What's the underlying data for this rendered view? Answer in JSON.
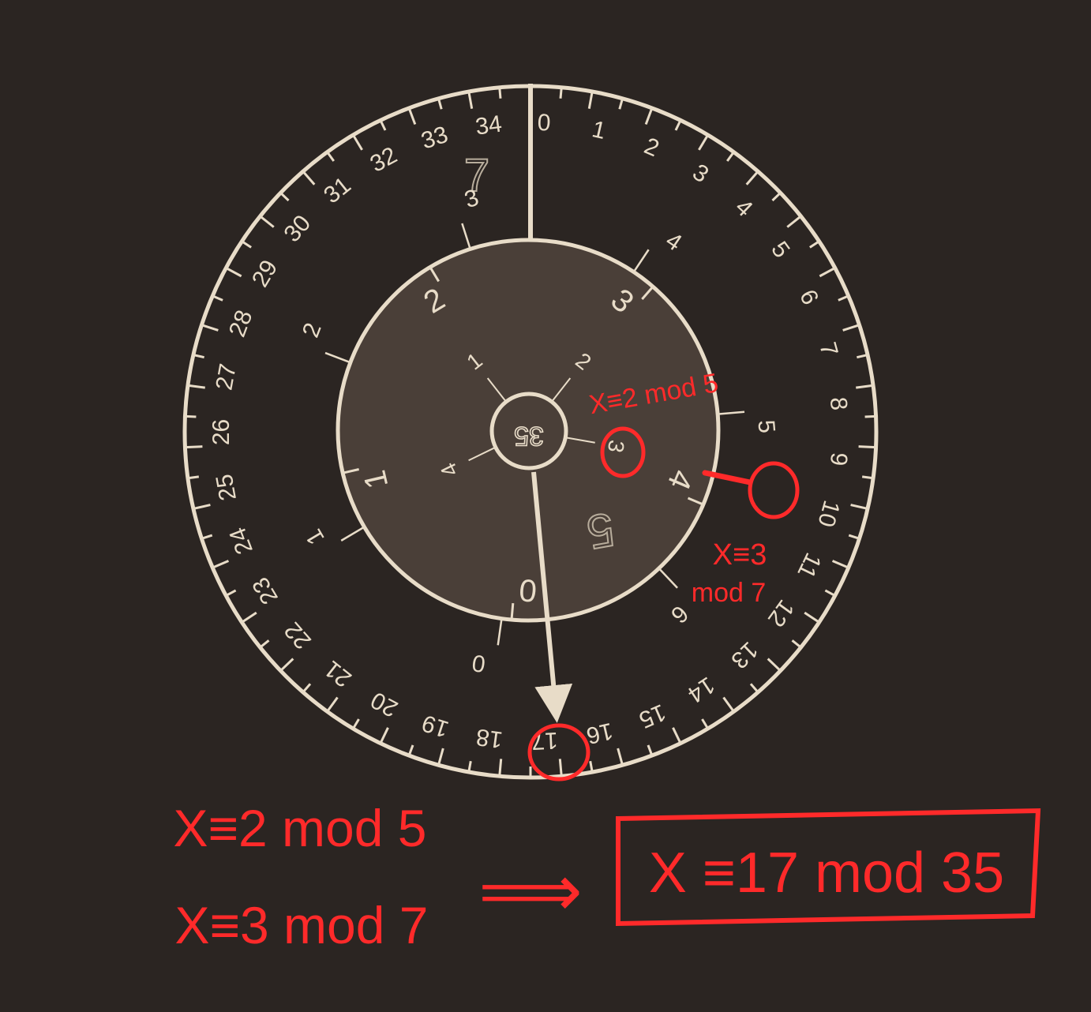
{
  "colors": {
    "background": "#2b2522",
    "ring": "#e8dcc8",
    "inner_disc": "#4a3f38",
    "annotation": "#ff2a2a"
  },
  "outer_ring": {
    "modulus_label": "7",
    "numbers": [
      "0",
      "1",
      "2",
      "3",
      "4",
      "5",
      "6",
      "7",
      "8",
      "9",
      "10",
      "11",
      "12",
      "13",
      "14",
      "15",
      "16",
      "17",
      "18",
      "19",
      "20",
      "21",
      "22",
      "23",
      "24",
      "25",
      "26",
      "27",
      "28",
      "29",
      "30",
      "31",
      "32",
      "33",
      "34"
    ],
    "highlighted": "17"
  },
  "middle_ring": {
    "labels": [
      "0",
      "1",
      "2",
      "3",
      "4",
      "5",
      "6"
    ],
    "highlighted": "3"
  },
  "inner_disc": {
    "modulus_label": "5",
    "outer_labels": [
      "0",
      "1",
      "2",
      "3",
      "4"
    ],
    "inner_labels": [
      "1",
      "2",
      "3",
      "4"
    ],
    "highlighted": "2"
  },
  "hub": {
    "label": "35"
  },
  "annotations": {
    "congruence_5": "X≡2 mod 5",
    "congruence_7_line1": "X≡3",
    "congruence_7_line2": "mod 7",
    "bottom_line1": "X≡2 mod 5",
    "bottom_line2": "X≡3 mod 7",
    "implies": "⟹",
    "result": "X ≡17 mod 35"
  }
}
